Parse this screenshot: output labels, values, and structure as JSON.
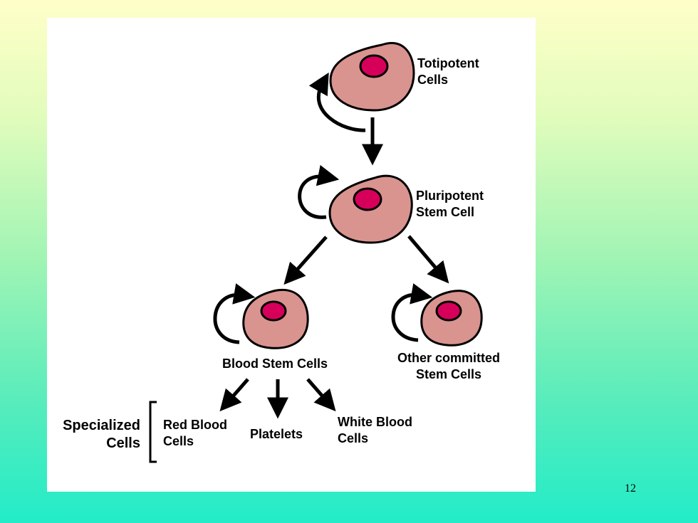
{
  "diagram": {
    "colors": {
      "cell_fill": "#d99490",
      "nucleus_fill": "#d6005a",
      "stroke": "#000000",
      "background": "#ffffff"
    },
    "nodes": {
      "totipotent": {
        "line1": "Totipotent",
        "line2": "Cells"
      },
      "pluripotent": {
        "line1": "Pluripotent",
        "line2": "Stem Cell"
      },
      "blood_stem": {
        "line1": "Blood Stem Cells"
      },
      "other_committed": {
        "line1": "Other committed",
        "line2": "Stem Cells"
      },
      "red_blood": {
        "line1": "Red Blood",
        "line2": "Cells"
      },
      "platelets": {
        "line1": "Platelets"
      },
      "white_blood": {
        "line1": "White Blood",
        "line2": "Cells"
      }
    },
    "group_label": {
      "line1": "Specialized",
      "line2": "Cells"
    }
  },
  "slide": {
    "number": "12"
  }
}
